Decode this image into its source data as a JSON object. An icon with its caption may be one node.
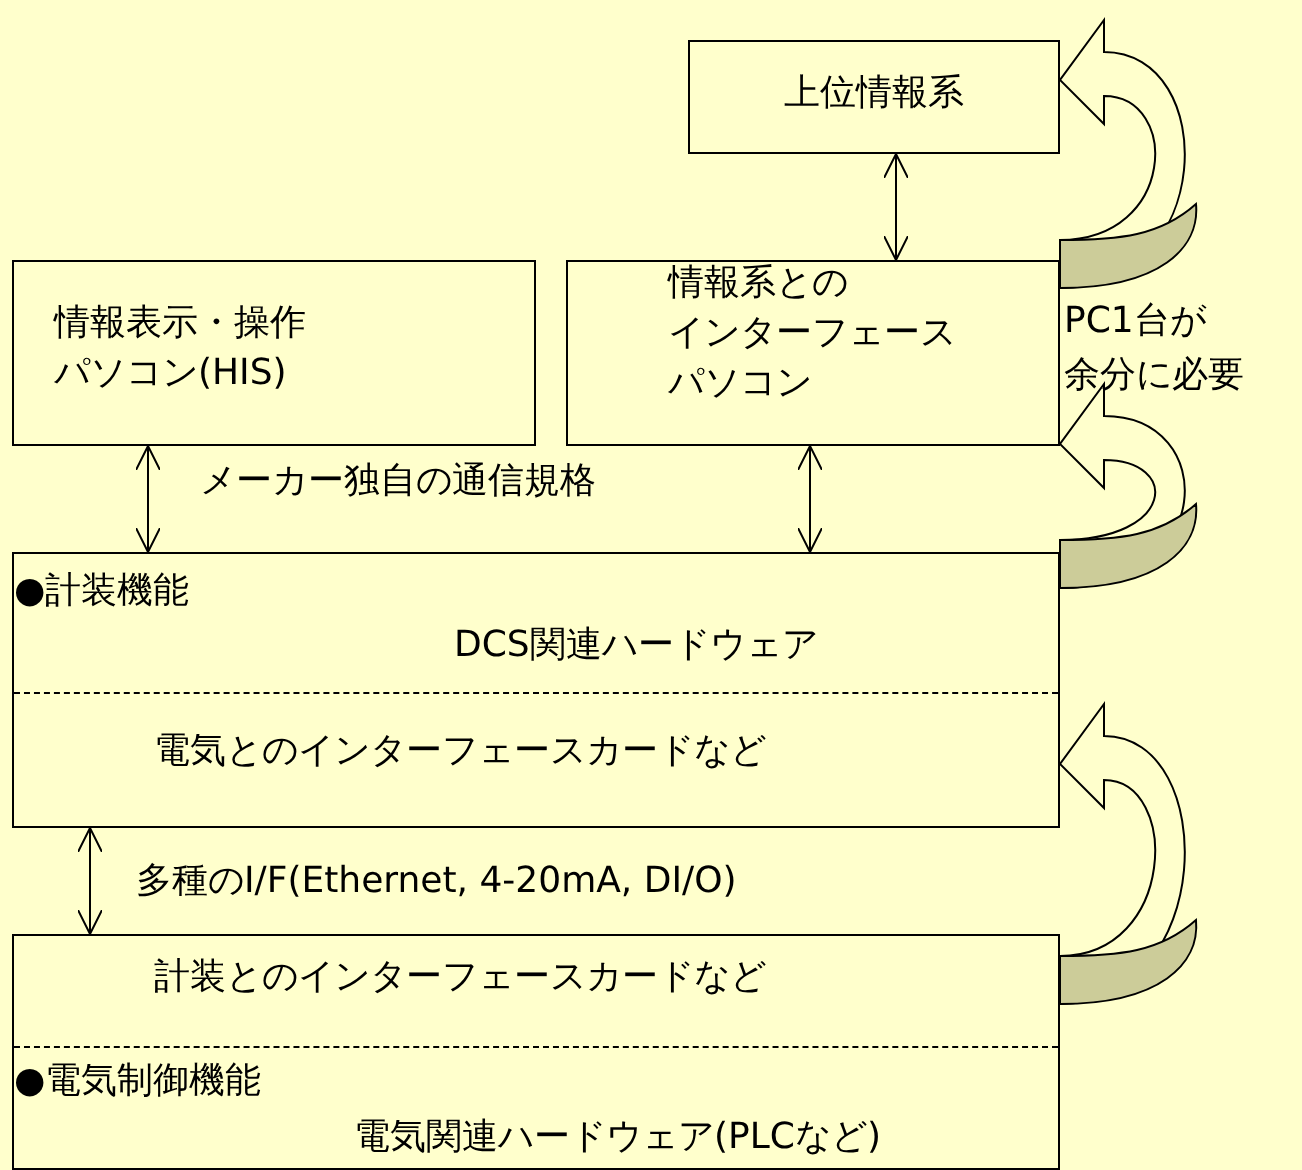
{
  "diagram": {
    "nodes": [
      {
        "text": [
          "上位情報系"
        ]
      },
      {
        "text": [
          "情報表示・操作パソコン(HIS)"
        ]
      },
      {
        "text": [
          "情報系とのインターフェースパソコン"
        ]
      },
      {
        "text": [
          "●計装機能",
          "DCS関連ハードウェア",
          "電気とのインターフェースカードなど"
        ]
      },
      {
        "text": [
          "計装とのインターフェースカードなど",
          "●電気制御機能",
          "電気関連ハードウェア(PLCなど)"
        ]
      }
    ],
    "edges": [
      {
        "from": 0,
        "to": 2,
        "arrow": "both"
      },
      {
        "from": 1,
        "to": 3,
        "arrow": "both"
      },
      {
        "from": 2,
        "to": 3,
        "arrow": "both"
      },
      {
        "from": 3,
        "to": 4,
        "arrow": "both",
        "label": "多種のI/F(Ethernet, 4-20mA, DI/O)"
      },
      {
        "from": 2,
        "to": 0,
        "arrow": "to",
        "style": "thick"
      },
      {
        "from": 3,
        "to": 2,
        "arrow": "to",
        "style": "thick"
      },
      {
        "from": 4,
        "to": 3,
        "arrow": "to",
        "style": "thick"
      }
    ],
    "labels": [
      "メーカー独自の通信規格",
      "PC1台が",
      "余分に必要"
    ]
  }
}
